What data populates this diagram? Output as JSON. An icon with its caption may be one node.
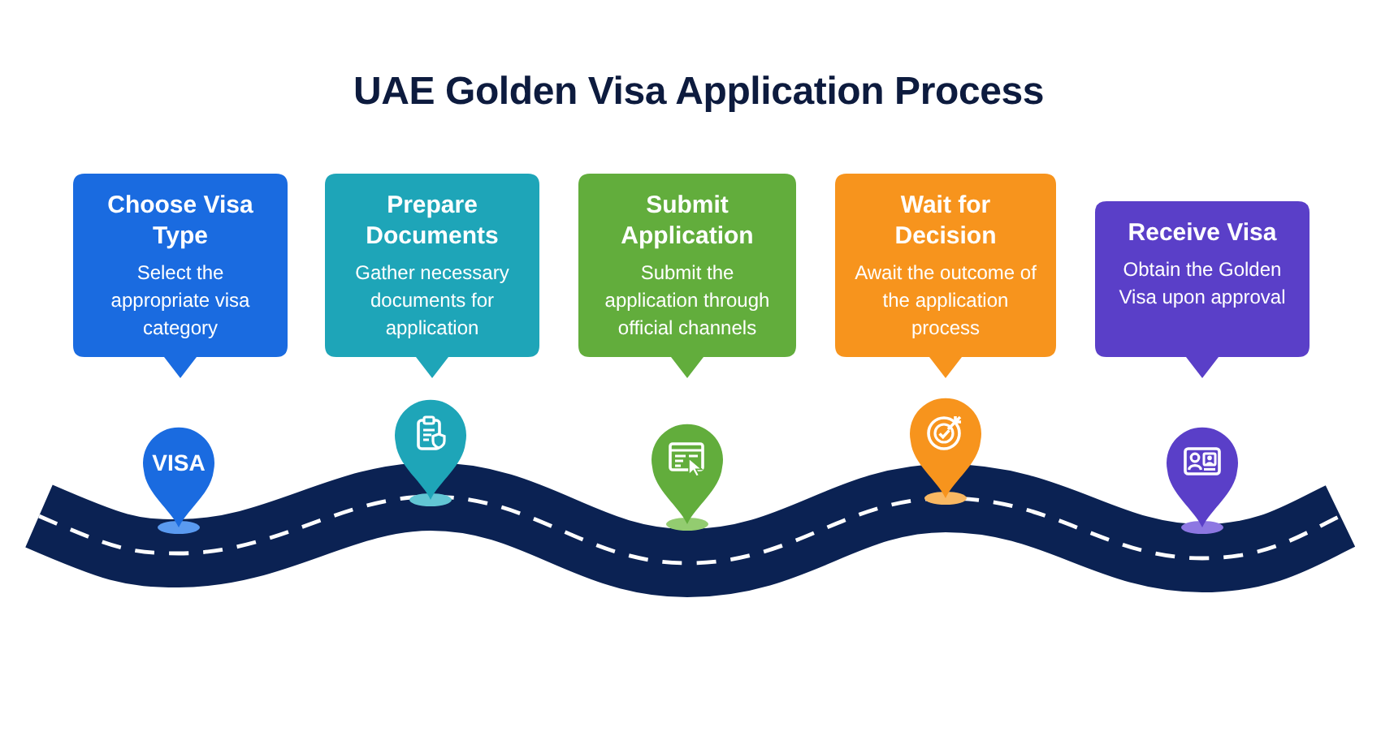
{
  "diagram": {
    "title": "UAE Golden Visa Application Process",
    "nodes": [
      {
        "text": [
          "Choose Visa Type",
          "Select the appropriate visa category"
        ]
      },
      {
        "text": [
          "Prepare Documents",
          "Gather necessary documents for application"
        ]
      },
      {
        "text": [
          "Submit Application",
          "Submit the application through official channels"
        ]
      },
      {
        "text": [
          "Wait for Decision",
          "Await the outcome of the application process"
        ]
      },
      {
        "text": [
          "Receive Visa",
          "Obtain the Golden Visa upon approval"
        ]
      },
      {
        "text": [
          "VISA"
        ]
      },
      {
        "text": [],
        "shape": "pin"
      },
      {
        "text": [],
        "shape": "pin"
      },
      {
        "text": [],
        "shape": "pin"
      },
      {
        "text": [],
        "shape": "pin"
      }
    ]
  }
}
